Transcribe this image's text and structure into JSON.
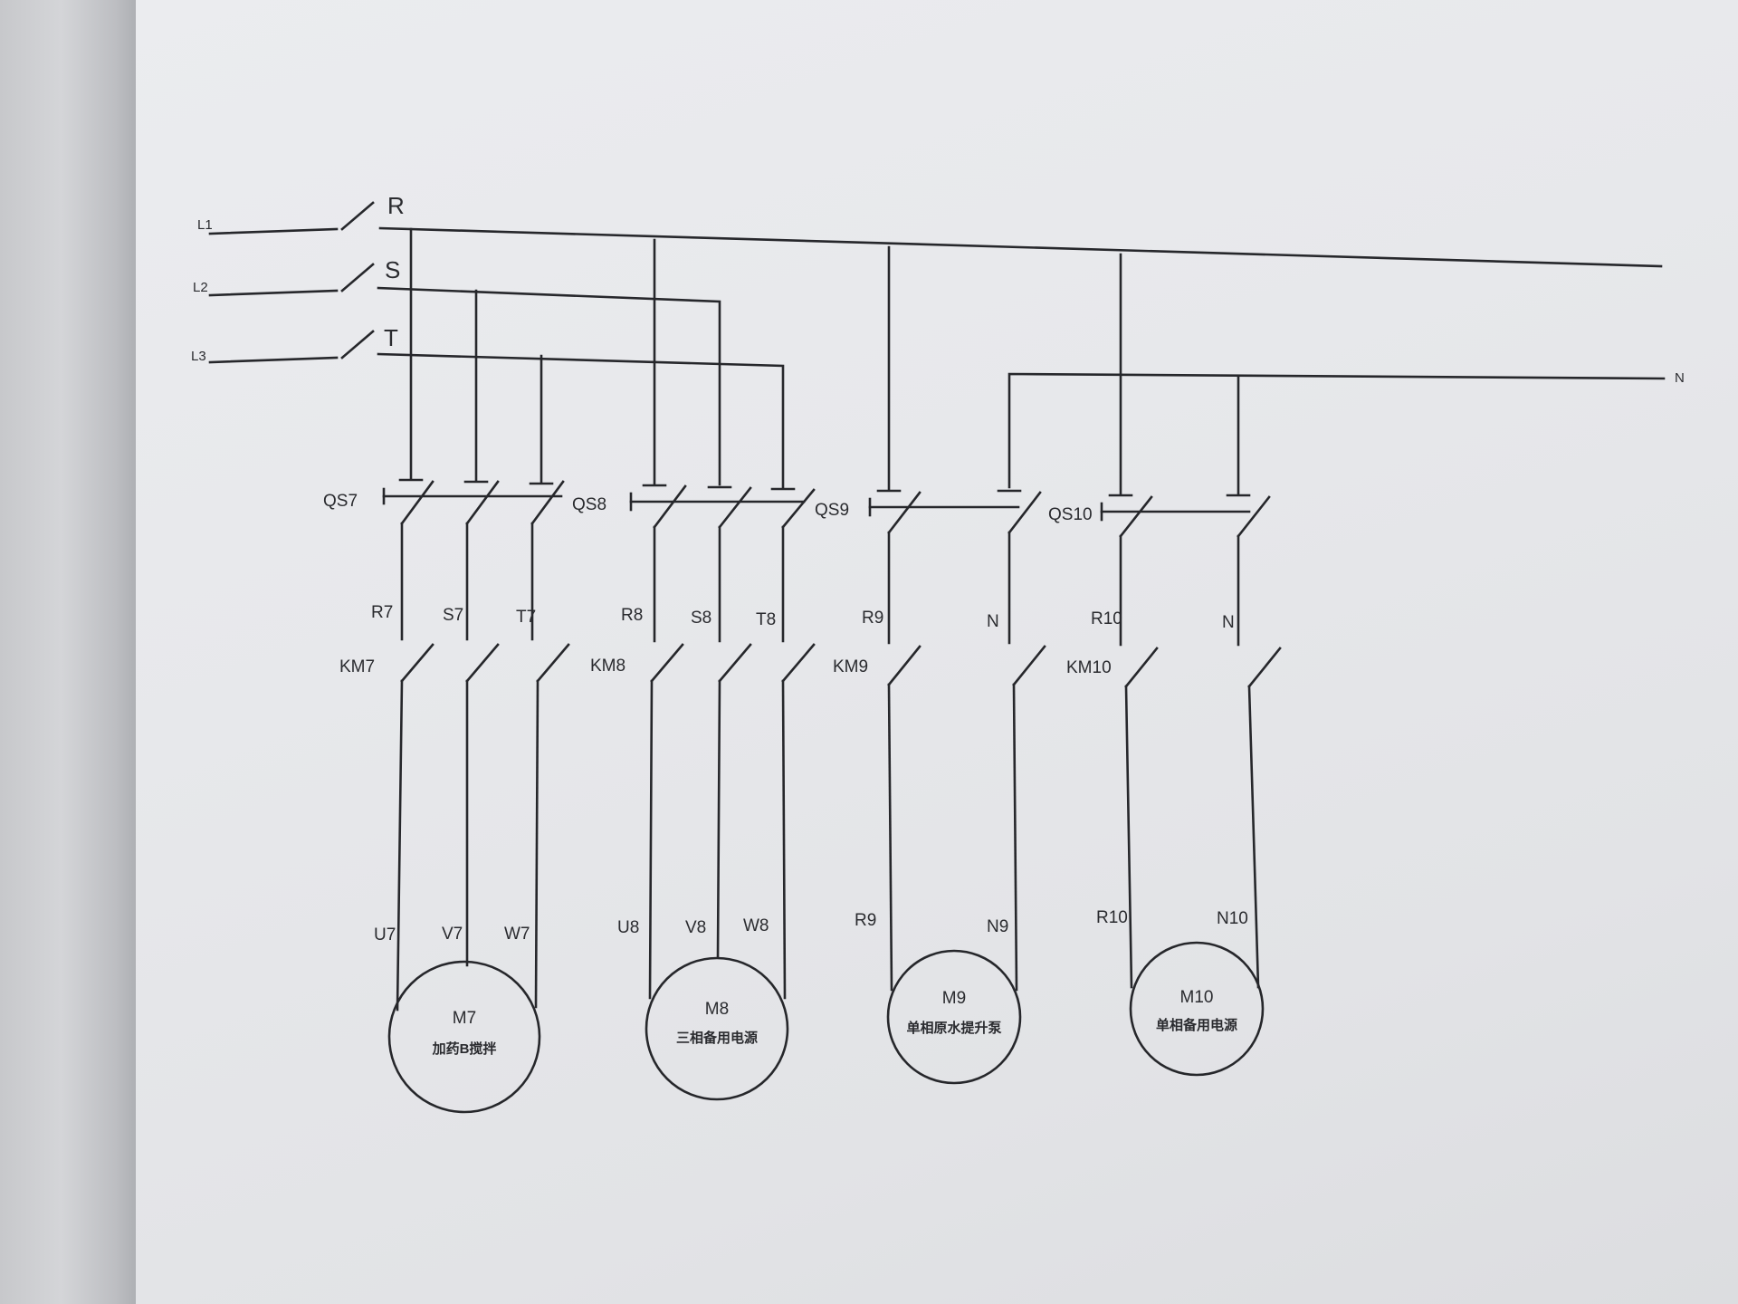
{
  "feeds": [
    "L1",
    "L2",
    "L3"
  ],
  "rails": [
    "R",
    "S",
    "T",
    "N"
  ],
  "breakers": [
    "QS7",
    "QS8",
    "QS9",
    "QS10"
  ],
  "contactors": [
    "KM7",
    "KM8",
    "KM9",
    "KM10"
  ],
  "wire_labels": {
    "m7": [
      "R7",
      "S7",
      "T7"
    ],
    "m8": [
      "R8",
      "S8",
      "T8"
    ],
    "m9": [
      "R9",
      "N"
    ],
    "m10": [
      "R10",
      "N"
    ]
  },
  "terminal_labels": {
    "m7": [
      "U7",
      "V7",
      "W7"
    ],
    "m8": [
      "U8",
      "V8",
      "W8"
    ],
    "m9": [
      "R9",
      "N9"
    ],
    "m10": [
      "R10",
      "N10"
    ]
  },
  "motors": [
    {
      "name": "M7",
      "desc": "加药B搅拌"
    },
    {
      "name": "M8",
      "desc": "三相备用电源"
    },
    {
      "name": "M9",
      "desc": "单相原水提升泵"
    },
    {
      "name": "M10",
      "desc": "单相备用电源"
    }
  ]
}
